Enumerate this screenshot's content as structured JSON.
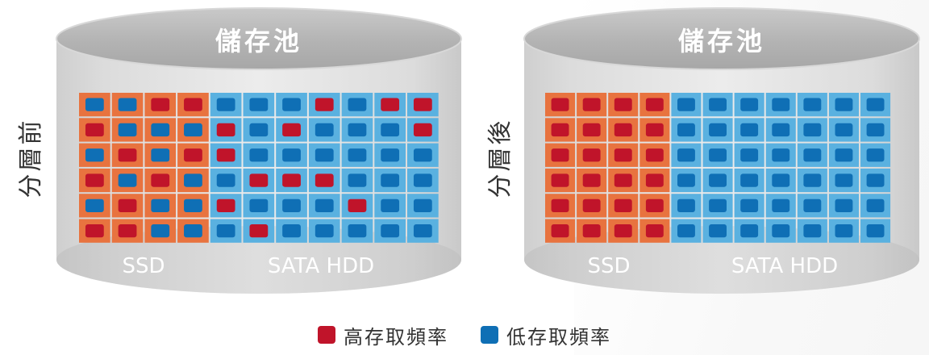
{
  "colors": {
    "high": "#c0142a",
    "low": "#0f6fb5",
    "ssd_bg": "#e8733f",
    "hdd_bg": "#5ab1e0"
  },
  "cylinders": [
    {
      "title": "儲存池",
      "side_label": "分層前",
      "ssd_label": "SSD",
      "hdd_label": "SATA HDD",
      "grid": [
        "LLHHLLLHLHH",
        "HLLLHLHLLLH",
        "LHLHHLLLLLL",
        "HLHLLHHHLLL",
        "LHLLHLLLHLL",
        "HHLLLHLLLLL"
      ]
    },
    {
      "title": "儲存池",
      "side_label": "分層後",
      "ssd_label": "SSD",
      "hdd_label": "SATA HDD",
      "grid": [
        "HHHHLLLLLLL",
        "HHHHLLLLLLL",
        "HHHHLLLLLLL",
        "HHHHLLLLLLL",
        "HHHHLLLLLLL",
        "HHHHLLLLLLL"
      ]
    }
  ],
  "legend": [
    {
      "label": "高存取頻率",
      "kind": "high"
    },
    {
      "label": "低存取頻率",
      "kind": "low"
    }
  ]
}
